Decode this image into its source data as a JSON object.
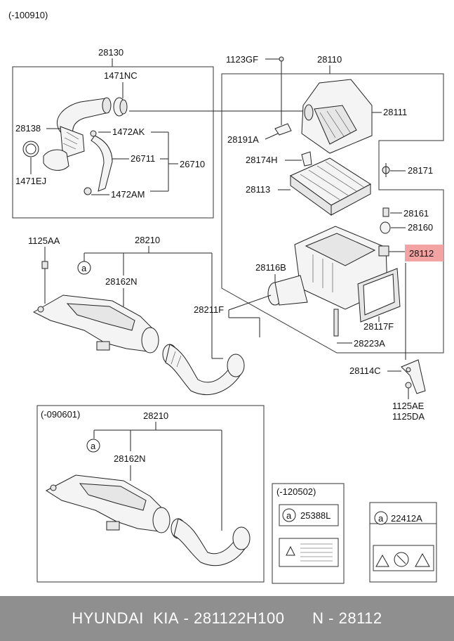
{
  "header_code": "(-100910)",
  "labels": {
    "l_28130": "28130",
    "l_1471NC": "1471NC",
    "l_28138": "28138",
    "l_1472AK": "1472AK",
    "l_26711": "26711",
    "l_26710": "26710",
    "l_1471EJ": "1471EJ",
    "l_1472AM": "1472AM",
    "l_1123GF": "1123GF",
    "l_28110": "28110",
    "l_28111": "28111",
    "l_28191A": "28191A",
    "l_28174H": "28174H",
    "l_28171": "28171",
    "l_28113": "28113",
    "l_28161": "28161",
    "l_28160": "28160",
    "l_28112": "28112",
    "l_28116B": "28116B",
    "l_28117F": "28117F",
    "l_28223A": "28223A",
    "l_28114C": "28114C",
    "l_1125AE": "1125AE",
    "l_1125DA": "1125DA",
    "l_1125AA": "1125AA",
    "l_28210a": "28210",
    "l_28162Na": "28162N",
    "l_28211F": "28211F",
    "l_090601": "(-090601)",
    "l_28210b": "28210",
    "l_28162Nb": "28162N",
    "l_120502": "(-120502)",
    "l_25388L": "25388L",
    "l_22412A": "22412A",
    "ref_a1": "a",
    "ref_a2": "a",
    "ref_a3": "a",
    "ref_a4": "a"
  },
  "footer": {
    "brand": "HYUNDAI  KIA",
    "part_number": "281122H100",
    "ref_number": "N - 28112",
    "separator": " - "
  },
  "colors": {
    "highlight": "#f4a3a3",
    "footer_bg": "#8f8f8f"
  }
}
